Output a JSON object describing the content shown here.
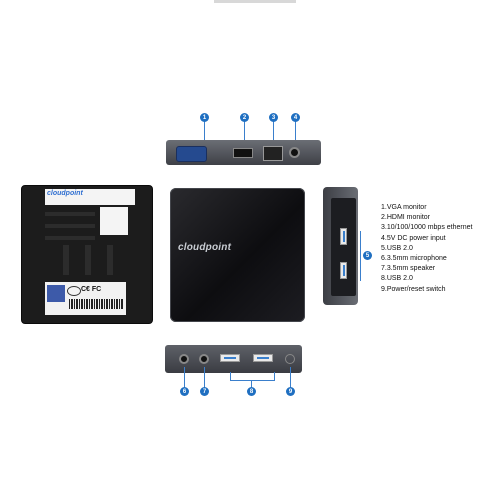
{
  "brand_logo": "cloudpoint",
  "legend_items": [
    "1.VGA monitor",
    "2.HDMI monitor",
    "3.10/100/1000 mbps ethernet",
    "4.5V DC power input",
    "5.USB 2.0",
    "6.3.5mm microphone",
    "7.3.5mm speaker",
    "8.USB 2.0",
    "9.Power/reset switch"
  ],
  "callouts": {
    "front": [
      "1",
      "2",
      "3",
      "4"
    ],
    "side": "5",
    "rear": [
      "6",
      "7",
      "8",
      "9"
    ]
  },
  "back_marks": "C€ FC",
  "colors": {
    "callout": "#1f6fc1",
    "vga_port": "#254a8f",
    "usb_tab": "#3a7fcc",
    "case_dark": "#1c1c1c"
  }
}
